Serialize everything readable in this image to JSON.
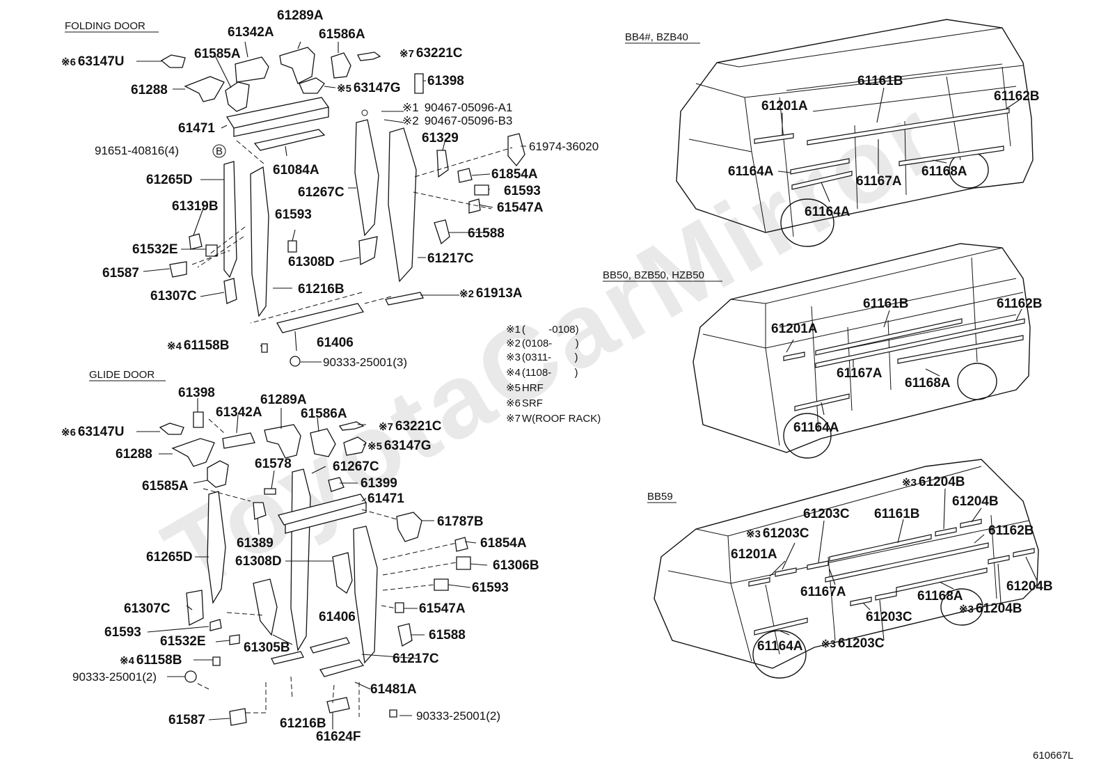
{
  "watermark": "ToyotaCarMirror",
  "sections": {
    "folding_door": "FOLDING DOOR",
    "glide_door": "GLIDE DOOR",
    "van1": "BB4#, BZB40",
    "van2": "BB50, BZB50, HZB50",
    "van3": "BB59"
  },
  "folding": {
    "p63147U_mark": "※6",
    "p63147U": "63147U",
    "p61342A": "61342A",
    "p61289A": "61289A",
    "p61586A": "61586A",
    "p63221C_mark": "※7",
    "p63221C": "63221C",
    "p61585A": "61585A",
    "p61288": "61288",
    "p63147G_mark": "※5",
    "p63147G": "63147G",
    "p61398": "61398",
    "p90467_A1_mark": "※1",
    "p90467_A1": "90467-05096-A1",
    "p90467_B3_mark": "※2",
    "p90467_B3": "90467-05096-B3",
    "p61471": "61471",
    "p61329": "61329",
    "p91651": "91651-40816(4)",
    "p91651_marker": "B",
    "p61084A": "61084A",
    "p61974": "61974-36020",
    "p61265D": "61265D",
    "p61854A": "61854A",
    "p61267C": "61267C",
    "p61593a": "61593",
    "p61319B": "61319B",
    "p61547A": "61547A",
    "p61593b": "61593",
    "p61588": "61588",
    "p61532E": "61532E",
    "p61308D": "61308D",
    "p61217C": "61217C",
    "p61587": "61587",
    "p61307C": "61307C",
    "p61216B": "61216B",
    "p61913A_mark": "※2",
    "p61913A": "61913A",
    "p61406": "61406",
    "p61158B_mark": "※4",
    "p61158B": "61158B",
    "p90333": "90333-25001(3)"
  },
  "notes": [
    {
      "mark": "※1",
      "text": "(        -0108)"
    },
    {
      "mark": "※2",
      "text": "(0108-        )"
    },
    {
      "mark": "※3",
      "text": "(0311-        )"
    },
    {
      "mark": "※4",
      "text": "(1108-        )"
    },
    {
      "mark": "※5",
      "text": "HRF"
    },
    {
      "mark": "※6",
      "text": "SRF"
    },
    {
      "mark": "※7",
      "text": "W(ROOF RACK)"
    }
  ],
  "glide": {
    "p61398": "61398",
    "p61342A": "61342A",
    "p61289A": "61289A",
    "p61586A": "61586A",
    "p63147U_mark": "※6",
    "p63147U": "63147U",
    "p63221C_mark": "※7",
    "p63221C": "63221C",
    "p63147G_mark": "※5",
    "p63147G": "63147G",
    "p61288": "61288",
    "p61578": "61578",
    "p61267C": "61267C",
    "p61585A": "61585A",
    "p61399": "61399",
    "p61471": "61471",
    "p61787B": "61787B",
    "p61389": "61389",
    "p61854A": "61854A",
    "p61265D": "61265D",
    "p61308D": "61308D",
    "p61306B": "61306B",
    "p61593a": "61593",
    "p61307C": "61307C",
    "p61406": "61406",
    "p61547A": "61547A",
    "p61593b": "61593",
    "p61588": "61588",
    "p61532E": "61532E",
    "p61305B": "61305B",
    "p61158B_mark": "※4",
    "p61158B": "61158B",
    "p61217C": "61217C",
    "p90333a": "90333-25001(2)",
    "p61481A": "61481A",
    "p90333b": "90333-25001(2)",
    "p61587": "61587",
    "p61216B": "61216B",
    "p61624F": "61624F"
  },
  "van1": {
    "p61161B": "61161B",
    "p61201A": "61201A",
    "p61162B": "61162B",
    "p61164A_a": "61164A",
    "p61167A": "61167A",
    "p61168A": "61168A",
    "p61164A_b": "61164A"
  },
  "van2": {
    "p61161B": "61161B",
    "p61162B": "61162B",
    "p61201A": "61201A",
    "p61167A": "61167A",
    "p61168A": "61168A",
    "p61164A": "61164A"
  },
  "van3": {
    "p61204B_top_mark": "※3",
    "p61204B_top": "61204B",
    "p61203C_top": "61203C",
    "p61161B": "61161B",
    "p61204B_b": "61204B",
    "p61203C_mid_mark": "※3",
    "p61203C_mid": "61203C",
    "p61162B": "61162B",
    "p61201A": "61201A",
    "p61167A": "61167A",
    "p61168A": "61168A",
    "p61204B_c": "61204B",
    "p61204B_d_mark": "※3",
    "p61204B_d": "61204B",
    "p61203C_low": "61203C",
    "p61164A": "61164A",
    "p61203C_bot_mark": "※3",
    "p61203C_bot": "61203C"
  },
  "footer_code": "610667L"
}
